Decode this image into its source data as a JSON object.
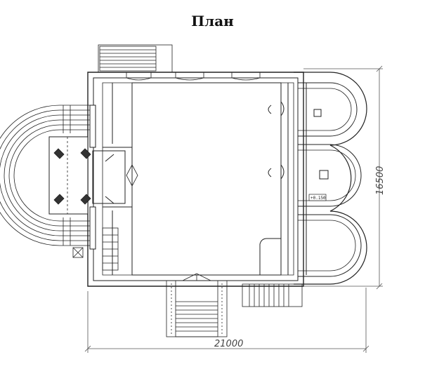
{
  "title": "План",
  "dimensions": {
    "width_label": "21000",
    "depth_label": "16500"
  },
  "level_mark": "+0.150"
}
